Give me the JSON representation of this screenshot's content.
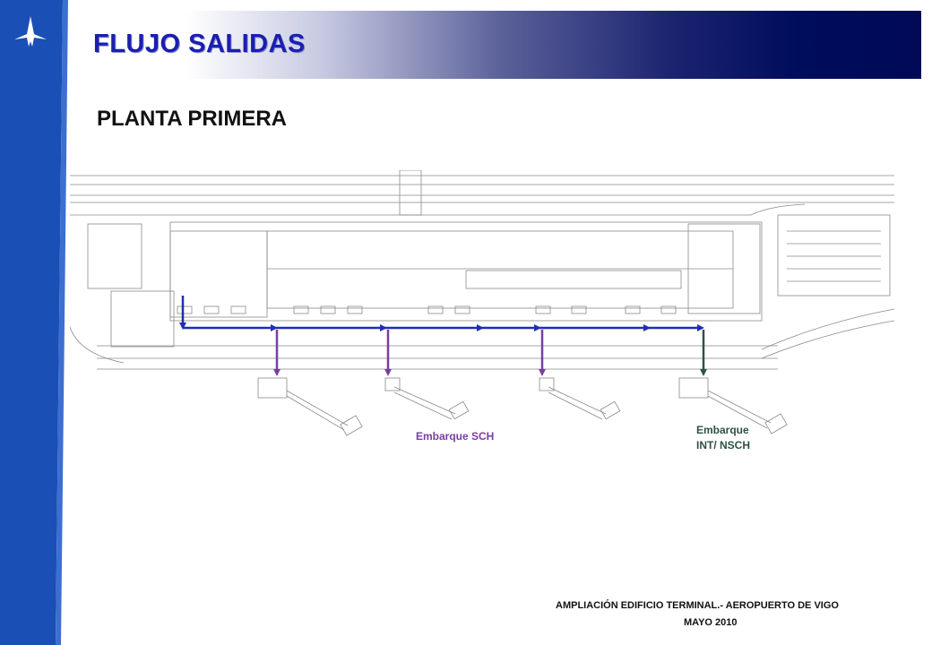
{
  "slide": {
    "title": "FLUJO SALIDAS",
    "subtitle": "PLANTA PRIMERA"
  },
  "plan": {
    "label_sch": "Embarque SCH",
    "label_int_line1": "Embarque",
    "label_int_line2": "INT/ NSCH",
    "colors": {
      "flow_main": "#1f2fb0",
      "flow_sch": "#7a3ea0",
      "flow_int": "#2f5245",
      "linework": "#8a8a8a"
    }
  },
  "footer": {
    "line1": "AMPLIACIÓN EDIFICIO TERMINAL.- AEROPUERTO DE VIGO",
    "line2": "MAYO 2010"
  },
  "brand": {
    "band_color": "#1a4fb5",
    "logo_icon": "airplane-icon"
  }
}
